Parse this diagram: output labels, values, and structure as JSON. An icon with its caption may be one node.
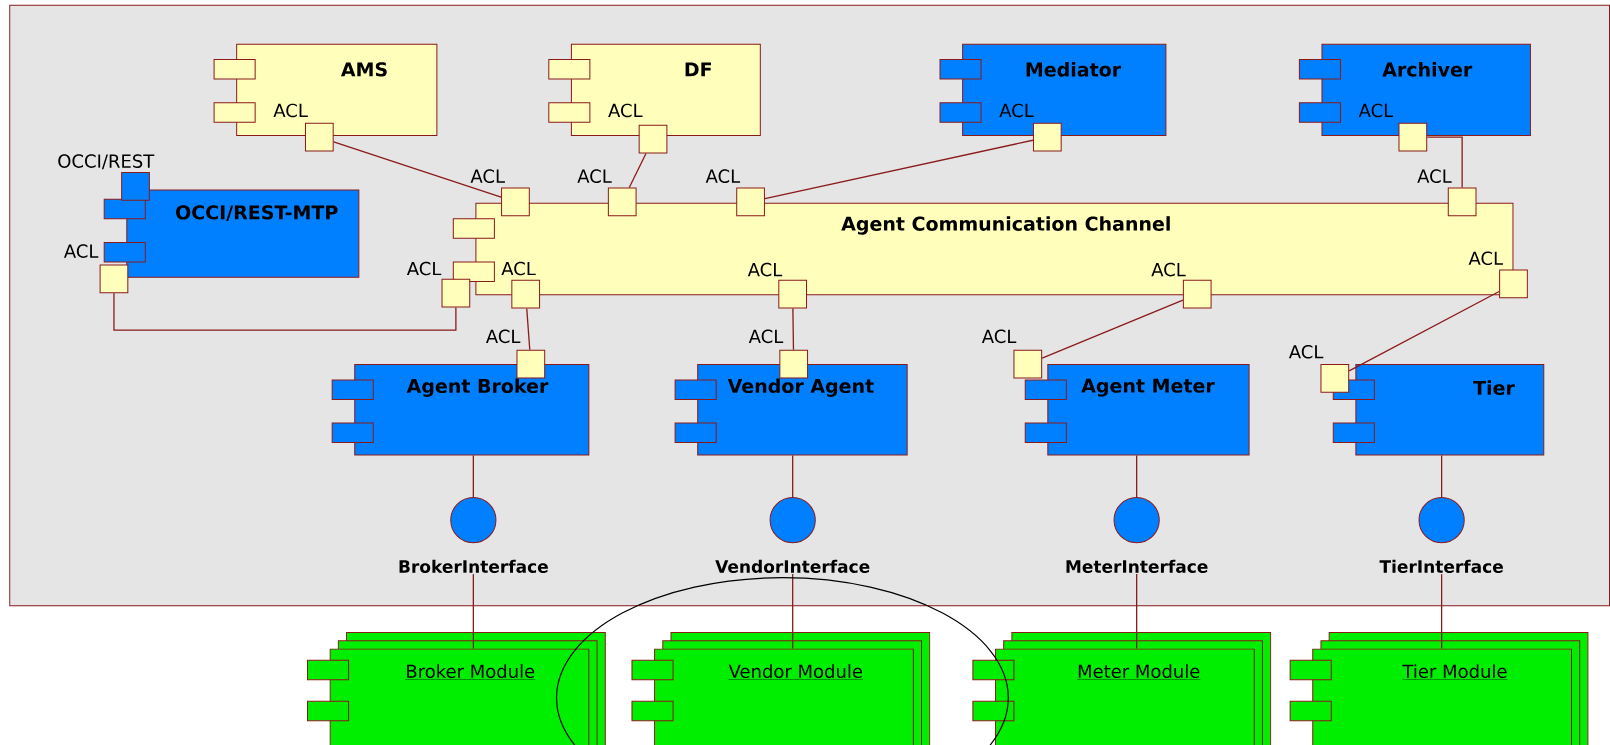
{
  "diagram": {
    "nodes": [
      {
        "text": [],
        "shape": "box"
      },
      {
        "text": [
          "AMS",
          "ACL"
        ],
        "in": 0
      },
      {
        "text": [],
        "shape": "box",
        "in": 0
      },
      {
        "text": [
          "DF",
          "ACL"
        ],
        "in": 0
      },
      {
        "text": [],
        "shape": "box",
        "in": 0
      },
      {
        "text": [
          "Mediator",
          "ACL"
        ],
        "in": 0
      },
      {
        "text": [],
        "shape": "box",
        "in": 0
      },
      {
        "text": [
          "Archiver",
          "ACL"
        ],
        "in": 0
      },
      {
        "text": [],
        "shape": "box",
        "in": 0
      },
      {
        "text": [
          "OCCI/REST-MTP"
        ],
        "in": 0
      },
      {
        "text": [
          "OCCI/REST"
        ],
        "in": 0
      },
      {
        "text": [
          "ACL"
        ],
        "in": 0
      },
      {
        "text": [
          "Agent Communication Channel"
        ],
        "in": 0
      },
      {
        "text": [
          "ACL"
        ],
        "in": 0
      },
      {
        "text": [
          "ACL"
        ],
        "in": 0
      },
      {
        "text": [
          "ACL"
        ],
        "in": 0
      },
      {
        "text": [
          "ACL"
        ],
        "in": 0
      },
      {
        "text": [
          "ACL"
        ],
        "in": 0
      },
      {
        "text": [
          "ACL"
        ],
        "in": 0
      },
      {
        "text": [
          "ACL"
        ],
        "in": 0
      },
      {
        "text": [
          "ACL"
        ],
        "in": 0
      },
      {
        "text": [
          "ACL"
        ],
        "in": 0
      },
      {
        "text": [
          "Agent Broker"
        ],
        "in": 0
      },
      {
        "text": [
          "ACL"
        ],
        "in": 0
      },
      {
        "text": [
          "Vendor Agent"
        ],
        "in": 0
      },
      {
        "text": [
          "ACL"
        ],
        "in": 0
      },
      {
        "text": [
          "Agent Meter"
        ],
        "in": 0
      },
      {
        "text": [
          "ACL"
        ],
        "in": 0
      },
      {
        "text": [
          "Tier"
        ],
        "in": 0
      },
      {
        "text": [
          "ACL"
        ],
        "in": 0
      },
      {
        "text": [
          "BrokerInterface"
        ],
        "in": 0
      },
      {
        "text": [
          "VendorInterface"
        ],
        "in": 0
      },
      {
        "text": [
          "MeterInterface"
        ],
        "in": 0
      },
      {
        "text": [
          "TierInterface"
        ],
        "in": 0
      },
      {
        "text": [
          "Broker Module"
        ]
      },
      {
        "text": [
          "Vendor Module"
        ]
      },
      {
        "text": [
          "Meter Module"
        ]
      },
      {
        "text": [
          "Tier Module"
        ]
      }
    ],
    "edges": [
      {
        "from": 2,
        "to": 13,
        "arrow": "none"
      },
      {
        "from": 4,
        "to": 14,
        "arrow": "none"
      },
      {
        "from": 6,
        "to": 15,
        "arrow": "none"
      },
      {
        "from": 8,
        "to": 16,
        "arrow": "none"
      },
      {
        "from": 11,
        "to": 17,
        "arrow": "none"
      },
      {
        "from": 18,
        "to": 23,
        "arrow": "none"
      },
      {
        "from": 19,
        "to": 25,
        "arrow": "none"
      },
      {
        "from": 20,
        "to": 27,
        "arrow": "none"
      },
      {
        "from": 21,
        "to": 29,
        "arrow": "none"
      },
      {
        "from": 22,
        "to": 30,
        "arrow": "none"
      },
      {
        "from": 24,
        "to": 31,
        "arrow": "none"
      },
      {
        "from": 26,
        "to": 32,
        "arrow": "none"
      },
      {
        "from": 28,
        "to": 33,
        "arrow": "none"
      },
      {
        "from": 30,
        "to": 34,
        "arrow": "none"
      },
      {
        "from": 31,
        "to": 35,
        "arrow": "none"
      },
      {
        "from": 32,
        "to": 36,
        "arrow": "none"
      },
      {
        "from": 33,
        "to": 37,
        "arrow": "none"
      }
    ]
  }
}
